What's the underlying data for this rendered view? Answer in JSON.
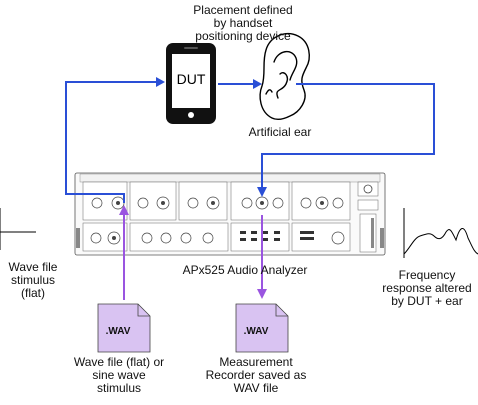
{
  "labels": {
    "placement": "Placement defined\nby handset\npositioning device",
    "artificial_ear": "Artificial ear",
    "wave_stimulus": "Wave file\nstimulus\n(flat)",
    "analyzer": "APx525 Audio Analyzer",
    "frequency_response": "Frequency\nresponse altered\nby DUT + ear",
    "wav_source": "Wave file (flat) or\nsine wave\nstimulus",
    "wav_recorder": "Measurement\nRecorder saved as\nWAV file"
  },
  "phone": {
    "text": "DUT"
  },
  "files": {
    "source_ext": ".WAV",
    "recorder_ext": ".WAV"
  },
  "colors": {
    "signal_blue": "#2a4fd6",
    "file_purple": "#9a55e0",
    "file_fill": "#d9c3f2",
    "panel_gray": "#555555"
  }
}
